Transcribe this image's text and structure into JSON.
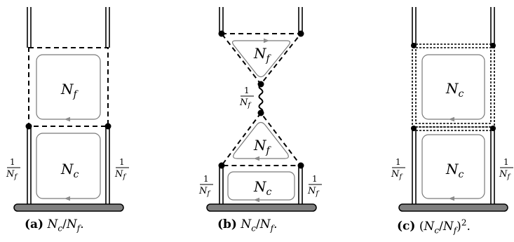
{
  "panels": [
    {
      "tag": "(a)",
      "caption": "N_c/N_f.",
      "loops": [
        {
          "label_base": "N",
          "label_sub": "f"
        },
        {
          "label_base": "N",
          "label_sub": "c"
        }
      ],
      "side_labels": {
        "num": "1",
        "den_base": "N",
        "den_sub": "f"
      }
    },
    {
      "tag": "(b)",
      "caption": "N_c/N_f.",
      "loops": [
        {
          "label_base": "N",
          "label_sub": "f"
        },
        {
          "label_base": "N",
          "label_sub": "f"
        },
        {
          "label_base": "N",
          "label_sub": "c"
        }
      ],
      "side_labels": {
        "num": "1",
        "den_base": "N",
        "den_sub": "f"
      }
    },
    {
      "tag": "(c)",
      "caption": "(N_c/N_f)^2.",
      "loops": [
        {
          "label_base": "N",
          "label_sub": "c"
        },
        {
          "label_base": "N",
          "label_sub": "c"
        }
      ],
      "side_labels": {
        "num": "1",
        "den_base": "N",
        "den_sub": "f"
      }
    }
  ],
  "colors": {
    "line": "#000000",
    "loop": "#7a7a7a",
    "arrow": "#8c8c8c",
    "bar_fill": "#7f7f7f"
  }
}
